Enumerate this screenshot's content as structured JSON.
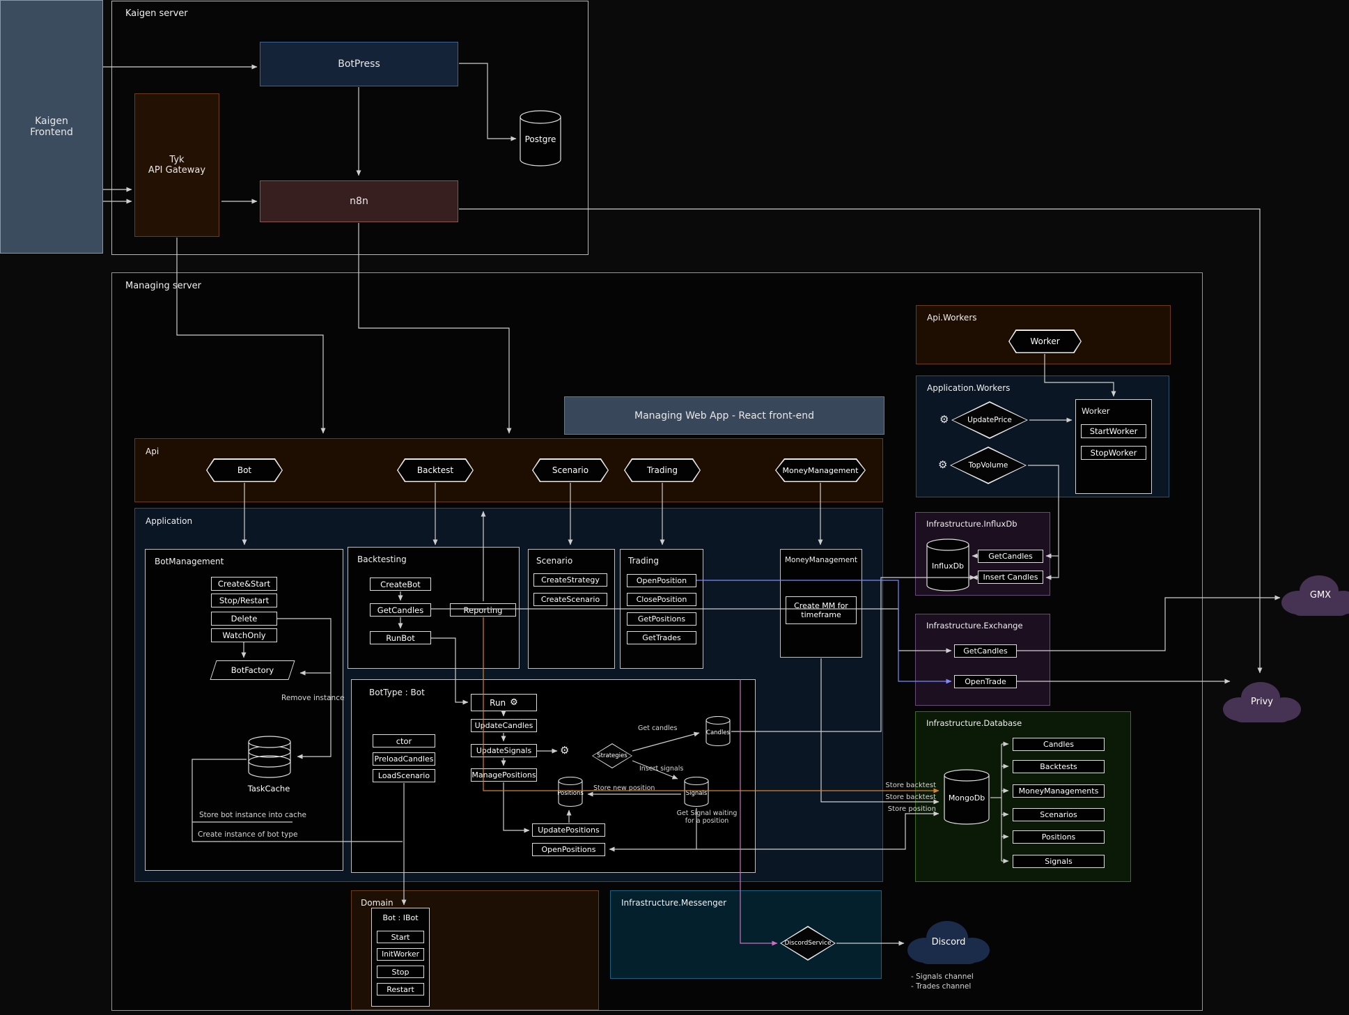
{
  "icons": {
    "gear": "⚙"
  },
  "colors": {
    "line": "#cfcfcf",
    "line_orange": "#d9822b",
    "line_blue": "#7a8aff",
    "line_pink": "#cf6fc0",
    "botpress_fill": "#152338",
    "tyk_fill": "#231103",
    "n8n_fill": "#371f20",
    "frontend_fill": "#3a4c5e",
    "api_fill": "#1e0e02",
    "application_fill": "#0a1624",
    "influx_fill": "#1c1020",
    "database_fill": "#0a1a06",
    "messenger_fill": "#04202c",
    "cloud_purple": "#463252",
    "cloud_navy": "#1b2b4a"
  },
  "frontend": {
    "label": "Kaigen\nFrontend"
  },
  "kaigen_server": {
    "label": "Kaigen server",
    "botpress": "BotPress",
    "tyk": "Tyk\nAPI Gateway",
    "n8n": "n8n",
    "postgre": "Postgre"
  },
  "managing": {
    "label": "Managing server",
    "web_app": "Managing Web App - React front-end",
    "api_workers": {
      "label": "Api.Workers",
      "worker": "Worker"
    },
    "app_workers": {
      "label": "Application.Workers",
      "update_price": "UpdatePrice",
      "top_volume": "TopVolume",
      "worker_label": "Worker",
      "start_worker": "StartWorker",
      "stop_worker": "StopWorker"
    },
    "api": {
      "label": "Api",
      "endpoints": [
        "Bot",
        "Backtest",
        "Scenario",
        "Trading",
        "MoneyManagement"
      ]
    },
    "application": {
      "label": "Application",
      "bot_management": {
        "label": "BotManagement",
        "buttons": [
          "Create&Start",
          "Stop/Restart",
          "Delete",
          "WatchOnly"
        ],
        "bot_factory": "BotFactory",
        "task_cache": "TaskCache",
        "note_remove": "Remove instance",
        "note_store": "Store bot instance into cache",
        "note_create": "Create instance of bot type"
      },
      "backtesting": {
        "label": "Backtesting",
        "buttons": [
          "CreateBot",
          "GetCandles",
          "RunBot"
        ],
        "reporting": "Reporting"
      },
      "scenario": {
        "label": "Scenario",
        "buttons": [
          "CreateStrategy",
          "CreateScenario"
        ]
      },
      "trading": {
        "label": "Trading",
        "buttons": [
          "OpenPosition",
          "ClosePosition",
          "GetPositions",
          "GetTrades"
        ]
      },
      "money_management": {
        "label": "MoneyManagement",
        "button": "Create MM for\ntimeframe"
      },
      "bot_type": {
        "label": "BotType : Bot",
        "ctor_buttons": [
          "ctor",
          "PreloadCandles",
          "LoadScenario"
        ],
        "run": "Run",
        "update_candles": "UpdateCandles",
        "update_signals": "UpdateSignals",
        "manage_positions": "ManagePositions",
        "update_positions": "UpdatePositions",
        "open_positions": "OpenPositions",
        "strategies": "Strategies",
        "candles": "Candles",
        "signals": "Signals",
        "positions": "Positions",
        "note_get_candles": "Get candles",
        "note_insert_signals": "Insert signals",
        "note_store_new_position": "Store new position",
        "note_get_signal": "Get Signal waiting\nfor a position"
      }
    },
    "influxdb": {
      "label": "Infrastructure.InfluxDb",
      "db": "InfluxDb",
      "get_candles": "GetCandles",
      "insert_candles": "Insert Candles"
    },
    "exchange": {
      "label": "Infrastructure.Exchange",
      "get_candles": "GetCandles",
      "open_trade": "OpenTrade"
    },
    "database": {
      "label": "Infrastructure.Database",
      "db": "MongoDb",
      "collections": [
        "Candles",
        "Backtests",
        "MoneyManagements",
        "Scenarios",
        "Positions",
        "Signals"
      ],
      "note_store_backtest1": "Store backtest",
      "note_store_backtest2": "Store backtest",
      "note_store_position": "Store position"
    },
    "domain": {
      "label": "Domain",
      "bot_label": "Bot : IBot",
      "buttons": [
        "Start",
        "InitWorker",
        "Stop",
        "Restart"
      ]
    },
    "messenger": {
      "label": "Infrastructure.Messenger",
      "service": "DiscordService"
    }
  },
  "external": {
    "gmx": "GMX",
    "privy": "Privy",
    "discord": "Discord",
    "discord_notes": [
      "- Signals channel",
      "- Trades channel"
    ]
  }
}
